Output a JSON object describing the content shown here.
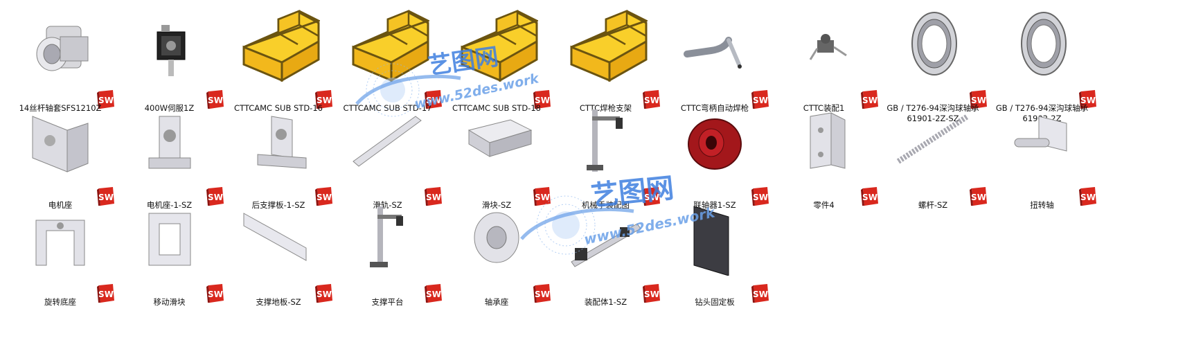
{
  "items": [
    {
      "label": "14丝杆轴套SFS1210Z",
      "icon": "flange-bearing-icon"
    },
    {
      "label": "400W伺服1Z",
      "icon": "servo-motor-icon"
    },
    {
      "label": "CTTCAMC SUB STD-16",
      "icon": "assembly-block-icon"
    },
    {
      "label": "CTTCAMC SUB STD-17",
      "icon": "assembly-block-icon"
    },
    {
      "label": "CTTCAMC SUB STD-18",
      "icon": "assembly-block-icon"
    },
    {
      "label": "CTTC焊枪支架",
      "icon": "assembly-block-icon"
    },
    {
      "label": "CTTC弯柄自动焊枪",
      "icon": "bent-torch-icon"
    },
    {
      "label": "CTTC装配1",
      "icon": "small-assembly-icon"
    },
    {
      "label": "GB / T276-94深沟球轴承\n61901-2Z-SZ",
      "icon": "ball-bearing-icon"
    },
    {
      "label": "GB / T276-94深沟球轴承\n61902-2Z",
      "icon": "ball-bearing-icon"
    },
    {
      "label": "电机座",
      "icon": "motor-base-plate-icon"
    },
    {
      "label": "电机座-1-SZ",
      "icon": "motor-bracket-icon"
    },
    {
      "label": "后支撑板-1-SZ",
      "icon": "rear-support-icon"
    },
    {
      "label": "滑轨-SZ",
      "icon": "slide-rail-icon"
    },
    {
      "label": "滑块-SZ",
      "icon": "slide-block-icon"
    },
    {
      "label": "机械手装配图",
      "icon": "manipulator-icon"
    },
    {
      "label": "联轴器1-SZ",
      "icon": "coupling-icon"
    },
    {
      "label": "零件4",
      "icon": "angle-bracket-icon"
    },
    {
      "label": "螺杆-SZ",
      "icon": "screw-rod-icon"
    },
    {
      "label": "扭转轴",
      "icon": "torsion-shaft-icon"
    },
    {
      "label": "旋转底座",
      "icon": "rotary-base-icon"
    },
    {
      "label": "移动滑块",
      "icon": "moving-slider-icon"
    },
    {
      "label": "支撑地板-SZ",
      "icon": "support-floor-icon"
    },
    {
      "label": "支撑平台",
      "icon": "support-platform-icon"
    },
    {
      "label": "轴承座",
      "icon": "bearing-seat-icon"
    },
    {
      "label": "装配体1-SZ",
      "icon": "assembly-icon"
    },
    {
      "label": "钻头固定板",
      "icon": "drill-plate-icon"
    }
  ],
  "badge": {
    "text": "SW",
    "icon": "solidworks-badge-icon",
    "color_red": "#d9281e",
    "color_dark": "#8e1410"
  },
  "watermarks": [
    {
      "cn": "艺图网",
      "url": "www.52des.work"
    },
    {
      "cn": "艺图网",
      "url": "www.52des.work"
    }
  ],
  "colors": {
    "assembly_yellow": "#f9cf2a",
    "assembly_outline": "#6b5410",
    "part_gray": "#cfcfd6",
    "coupling_red": "#a3171b"
  }
}
